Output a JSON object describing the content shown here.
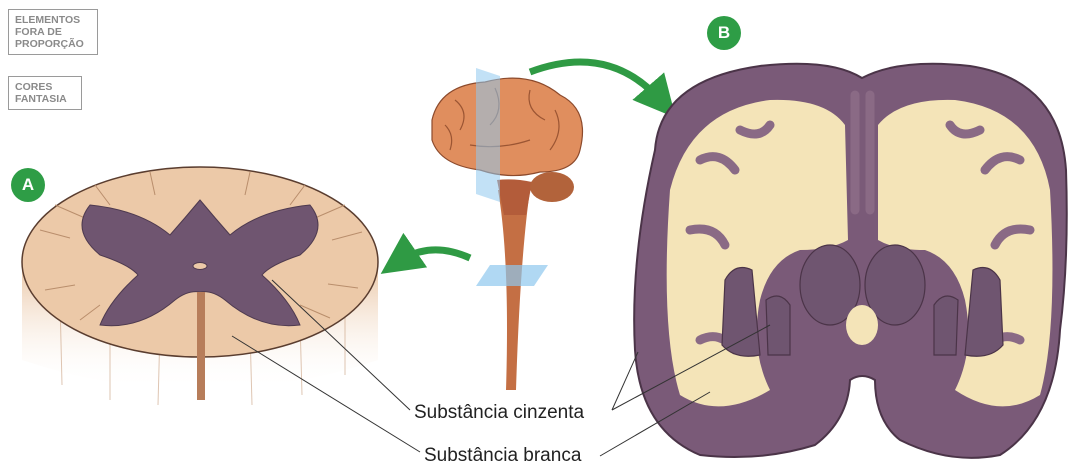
{
  "tags": {
    "out_of_proportion": [
      "ELEMENTOS",
      "FORA DE",
      "PROPORÇÃO"
    ],
    "fantasy_colors": [
      "CORES",
      "FANTASIA"
    ]
  },
  "badges": {
    "a": "A",
    "b": "B"
  },
  "labels": {
    "gray_matter": "Substância cinzenta",
    "white_matter": "Substância branca"
  },
  "colors": {
    "badge_green": "#2e9d46",
    "arrow_green": "#2f9a44",
    "gray_matter": "#6f5570",
    "white_matter_cord": "#ecc9a8",
    "white_matter_brain": "#f4e4b8",
    "cortex": "#7a5a78",
    "plane_blue": "#8fc8ee"
  }
}
